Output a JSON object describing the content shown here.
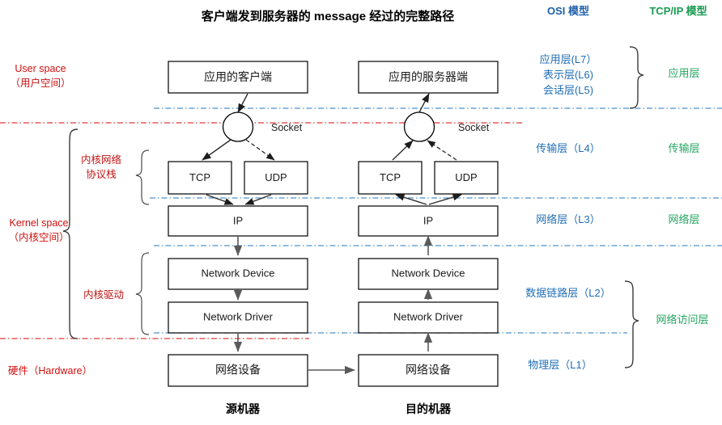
{
  "title": "客户端发到服务器的  message  经过的完整路径",
  "columns": {
    "source": {
      "machine_label": "源机器",
      "app_box": "应用的客户端",
      "socket_label": "Socket",
      "tcp_box": "TCP",
      "udp_box": "UDP",
      "ip_box": "IP",
      "network_device_box": "Network Device",
      "network_driver_box": "Network Driver",
      "physical_device_box": "网络设备"
    },
    "destination": {
      "machine_label": "目的机器",
      "app_box": "应用的服务器端",
      "socket_label": "Socket",
      "tcp_box": "TCP",
      "udp_box": "UDP",
      "ip_box": "IP",
      "network_device_box": "Network Device",
      "network_driver_box": "Network Driver",
      "physical_device_box": "网络设备"
    }
  },
  "left_annotations": {
    "user_space_en": "User space",
    "user_space_cn": "（用户空间）",
    "kernel_space_en": "Kernel space",
    "kernel_space_cn": "（内核空间）",
    "hardware": "硬件（Hardware）",
    "kernel_net_stack_line1": "内核网络",
    "kernel_net_stack_line2": "协议栈",
    "kernel_driver": "内核驱动"
  },
  "right_panel": {
    "osi_header": "OSI 模型",
    "tcpip_header": "TCP/IP 模型",
    "osi_layers": [
      "应用层(L7）",
      "表示层(L6)",
      "会话层(L5)",
      "传输层（L4）",
      "网络层（L3）",
      "数据链路层（L2）",
      "物理层（L1）"
    ],
    "tcpip_layers": [
      "应用层",
      "传输层",
      "网络层",
      "网络访问层"
    ]
  },
  "colors": {
    "osi_blue": "#1f6eb5",
    "tcpip_green": "#23a45f",
    "annotation_red": "#d01010",
    "divider_blue": "#4f90c8",
    "divider_red": "#e03a3a",
    "box_stroke": "#000000"
  }
}
